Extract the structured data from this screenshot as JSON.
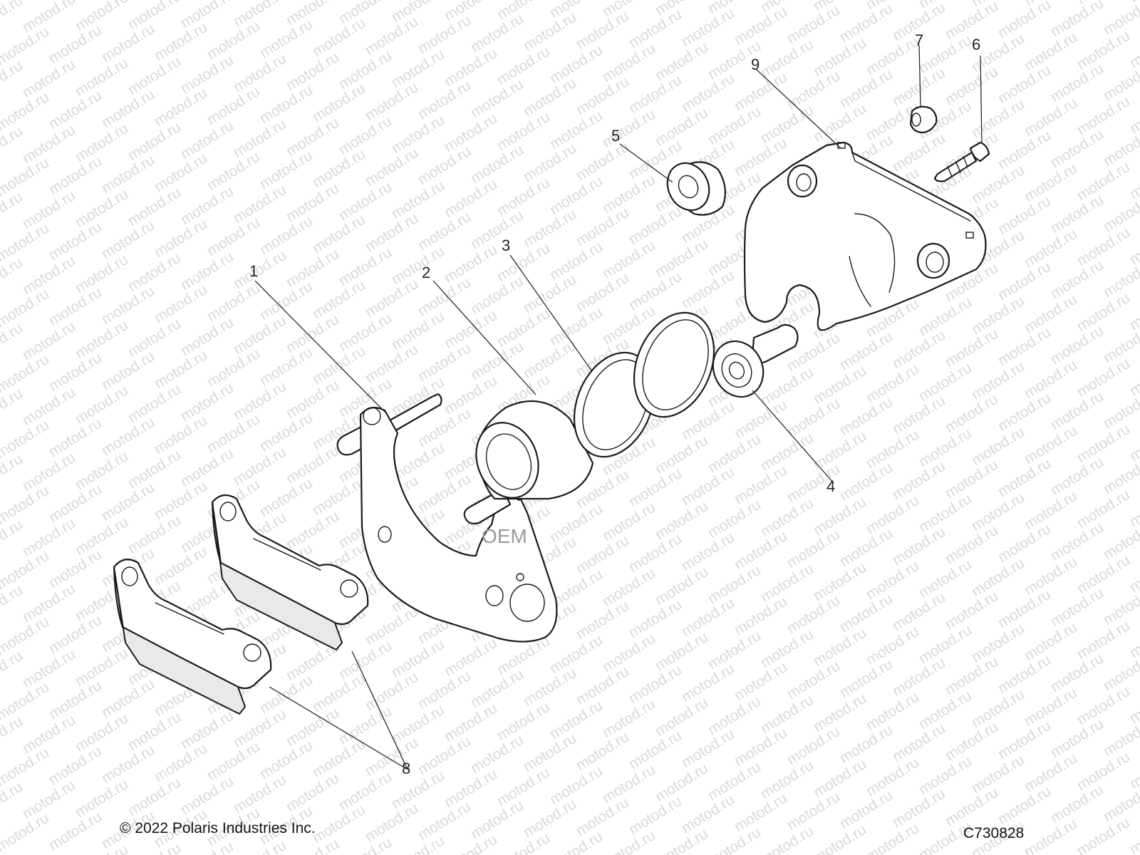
{
  "watermark": {
    "text": "motod.ru"
  },
  "diagram": {
    "callouts": {
      "part1": "1",
      "part2": "2",
      "part3": "3",
      "part4": "4",
      "part5": "5",
      "part6": "6",
      "part7": "7",
      "part8": "8",
      "part9": "9"
    },
    "stamp": "OEM"
  },
  "footer": {
    "copyright": "© 2022 Polaris Industries Inc.",
    "drawing_code": "C730828"
  }
}
